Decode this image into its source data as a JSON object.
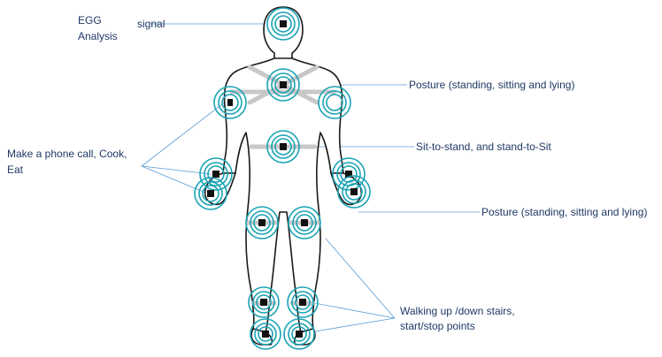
{
  "labels": {
    "egg": "EGG",
    "analysis": "Analysis",
    "signal": "signal",
    "posture_upper": "Posture (standing, sitting and lying)",
    "phone_line1": "Make a phone call, Cook,",
    "phone_line2": "Eat",
    "sit_to_stand": "Sit-to-stand, and stand-to-Sit",
    "posture_lower": "Posture (standing, sitting and lying)",
    "walking_line1": "Walking up /down stairs,",
    "walking_line2": "start/stop points"
  },
  "colors": {
    "sensor_ring": "#1aa3b5",
    "leader_line": "#5b9bd5",
    "label_text": "#1f3864",
    "strap": "#c8c8c8"
  }
}
